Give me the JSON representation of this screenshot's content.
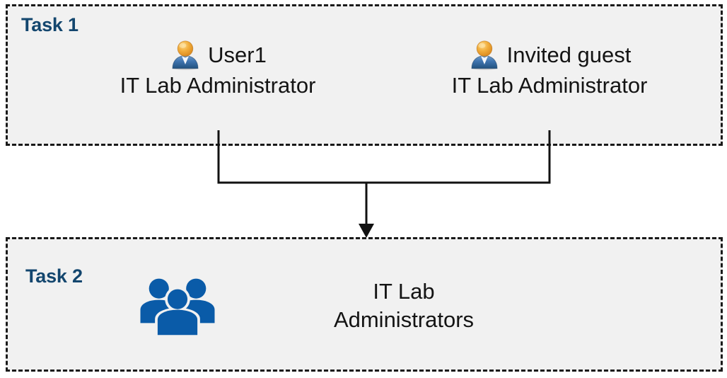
{
  "diagram": {
    "type": "flow",
    "background_color": "#FFFFFF",
    "box_fill_color": "#F1F1F1",
    "box_border_color": "#1A1A1A",
    "label_color": "#13466E",
    "text_color": "#141414",
    "group_icon_color": "#0A5BA8"
  },
  "task1": {
    "label": "Task 1",
    "members": [
      {
        "icon": "user-icon",
        "name": "User1",
        "role": "IT Lab Administrator"
      },
      {
        "icon": "user-icon",
        "name": "Invited guest",
        "role": "IT Lab Administrator"
      }
    ]
  },
  "task2": {
    "label": "Task 2",
    "group": {
      "icon": "group-icon",
      "name_line1": "IT Lab",
      "name_line2": "Administrators"
    }
  },
  "connector": {
    "kind": "merge-arrow",
    "from": [
      "User1",
      "Invited guest"
    ],
    "to": "IT Lab Administrators",
    "arrow_direction": "down"
  }
}
